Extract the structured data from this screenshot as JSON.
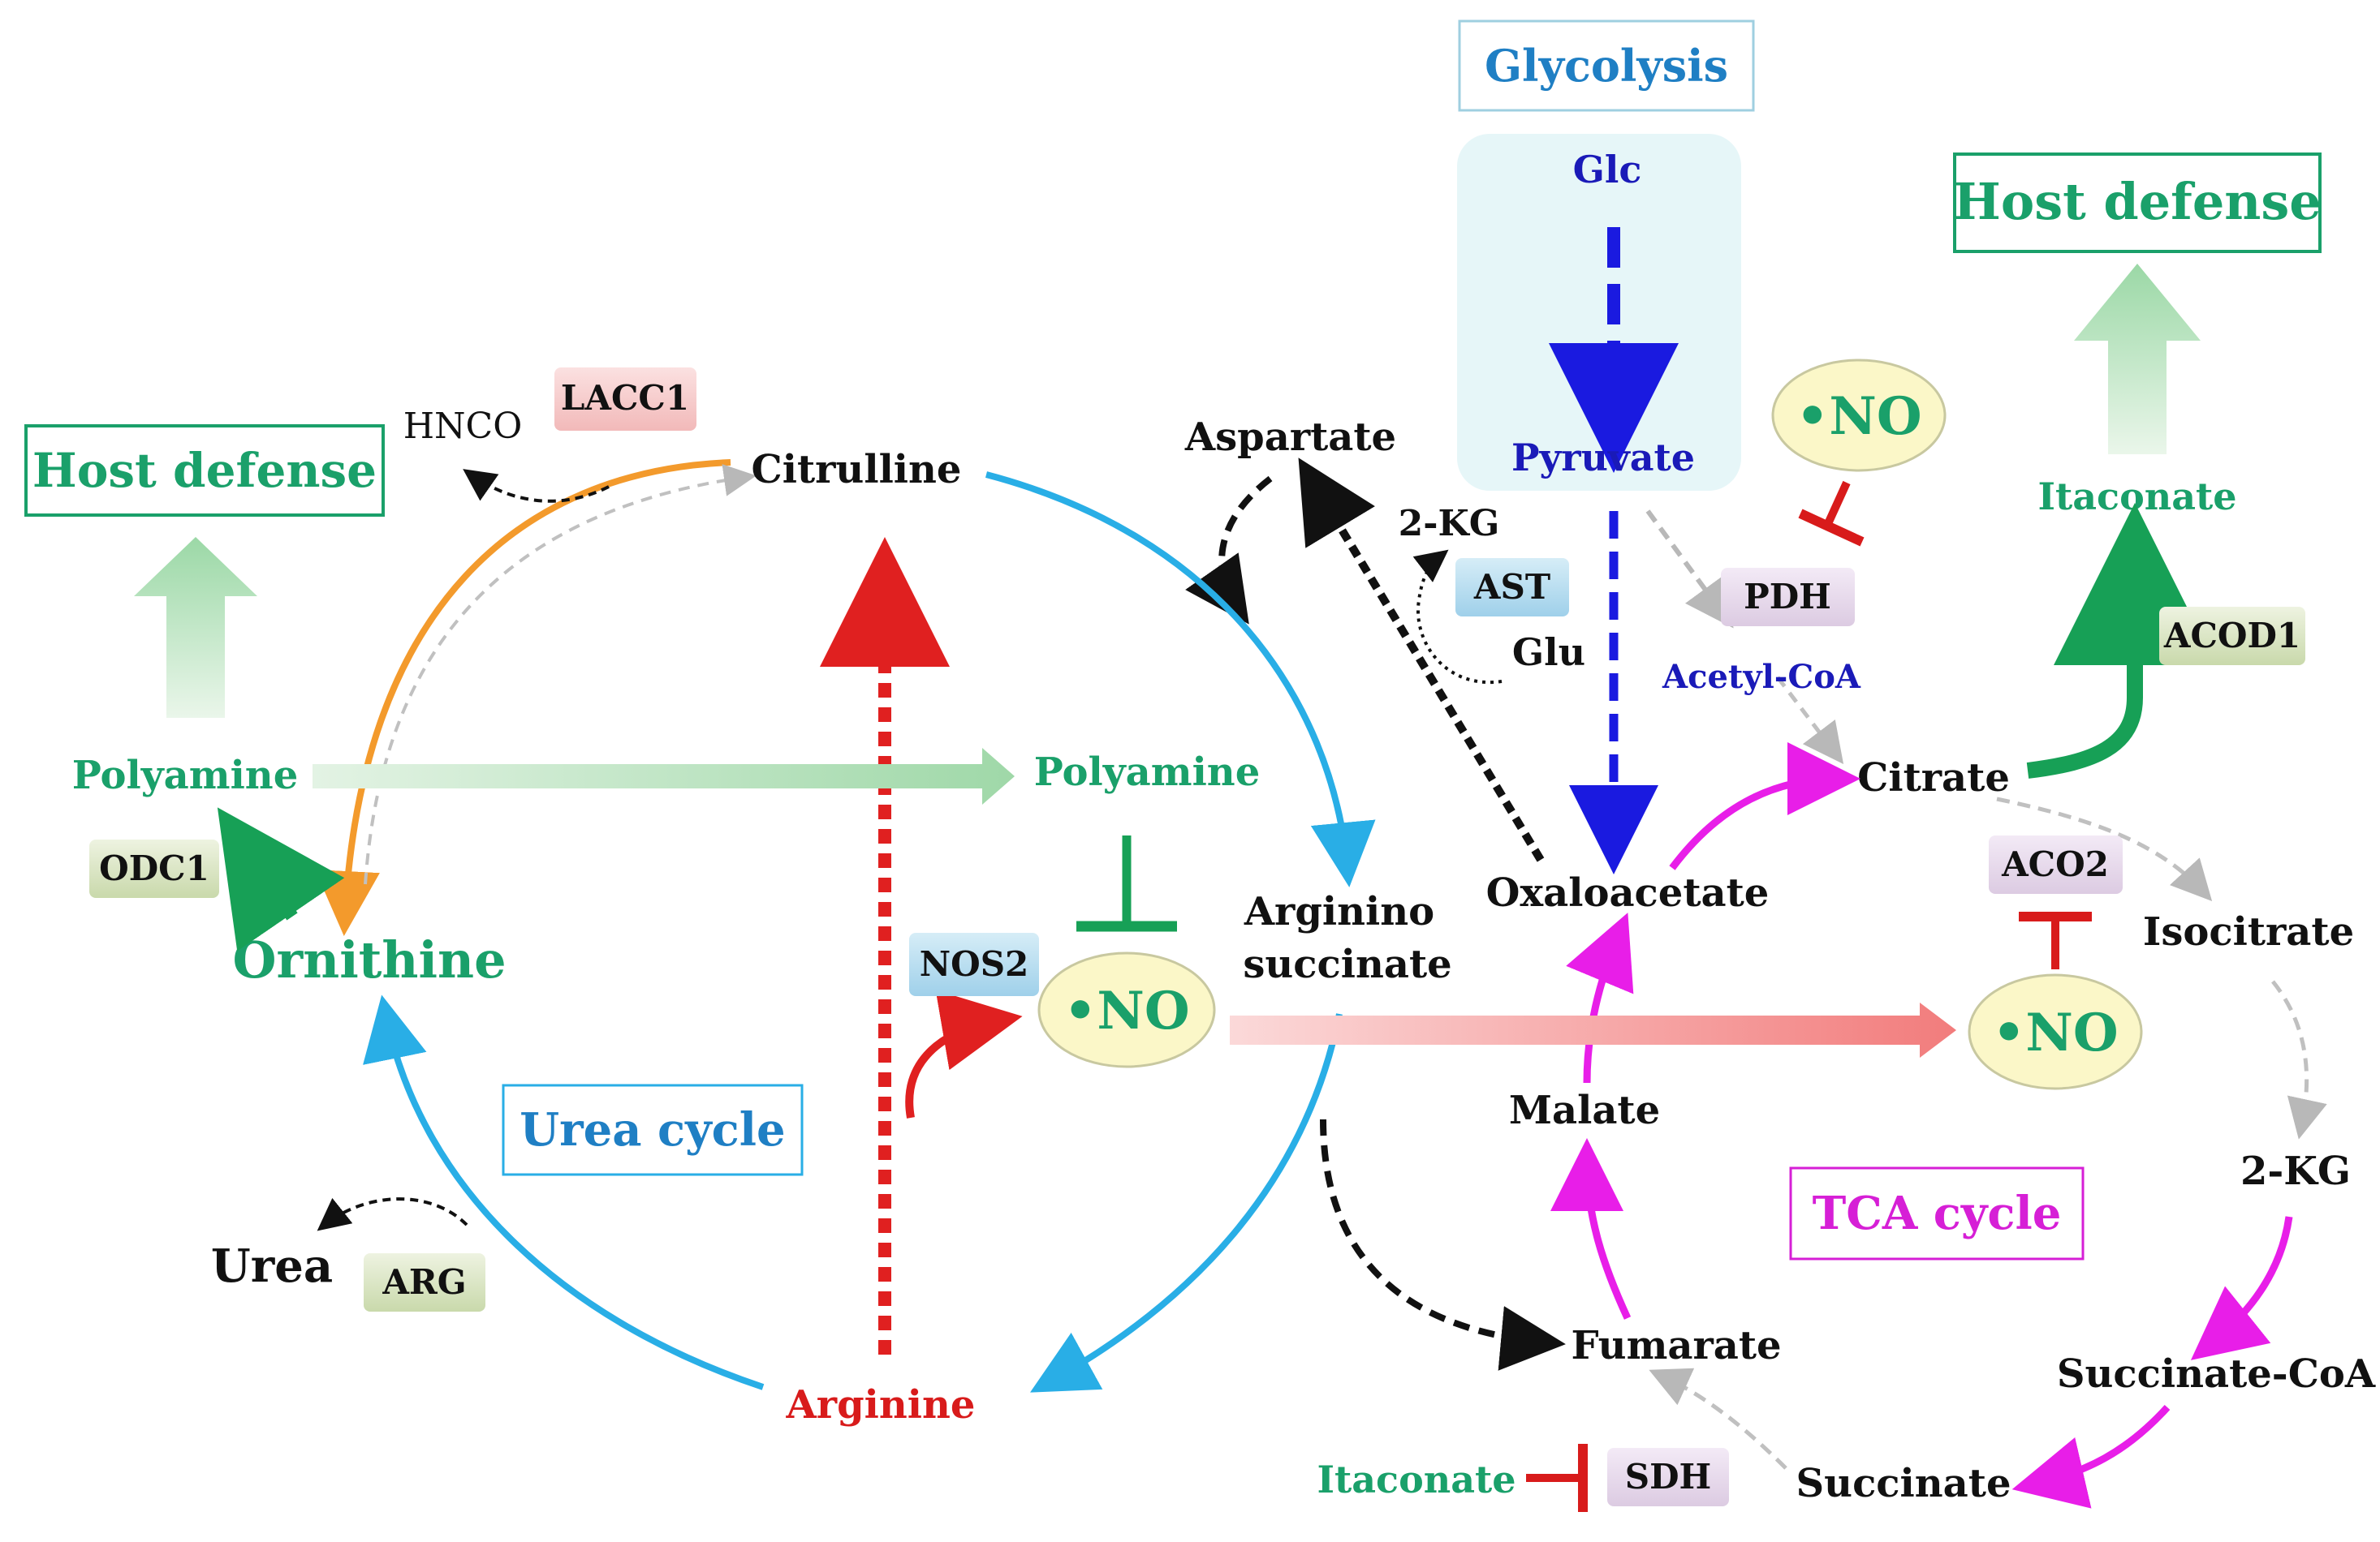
{
  "colors": {
    "green_text": "#1aa06a",
    "urea_cycle_arc": "#29aee6",
    "tca_arrow": "#e81ee8",
    "inhibition_red": "#d81b1b",
    "glycolysis_blue": "#1a1ab8",
    "orange_arc": "#f39a2c",
    "no_bubble_fill": "#fbf7c8"
  },
  "titles": {
    "glycolysis": "Glycolysis",
    "urea_cycle": "Urea cycle",
    "tca_cycle": "TCA cycle",
    "host_defense_left": "Host defense",
    "host_defense_right": "Host defense"
  },
  "metabolites": {
    "glc": "Glc",
    "pyruvate": "Pyruvate",
    "acetyl_coa": "Acetyl-CoA",
    "citrate": "Citrate",
    "isocitrate": "Isocitrate",
    "kg_tca": "2-KG",
    "succinate_coa": "Succinate-CoA",
    "succinate": "Succinate",
    "fumarate": "Fumarate",
    "malate": "Malate",
    "oxaloacetate": "Oxaloacetate",
    "aspartate": "Aspartate",
    "kg_ast": "2-KG",
    "glu": "Glu",
    "itaconate_top": "Itaconate",
    "itaconate_bottom": "Itaconate",
    "citrulline": "Citrulline",
    "hnco": "HNCO",
    "ornithine": "Ornithine",
    "polyamine_left": "Polyamine",
    "polyamine_right": "Polyamine",
    "urea": "Urea",
    "arginine": "Arginine",
    "argininosuccinate_line1": "Arginino",
    "argininosuccinate_line2": "succinate",
    "no_radical": "•NO"
  },
  "enzymes": {
    "lacc1": "LACC1",
    "odc1": "ODC1",
    "arg": "ARG",
    "nos2": "NOS2",
    "ast": "AST",
    "pdh": "PDH",
    "acod1": "ACOD1",
    "aco2": "ACO2",
    "sdh": "SDH"
  }
}
